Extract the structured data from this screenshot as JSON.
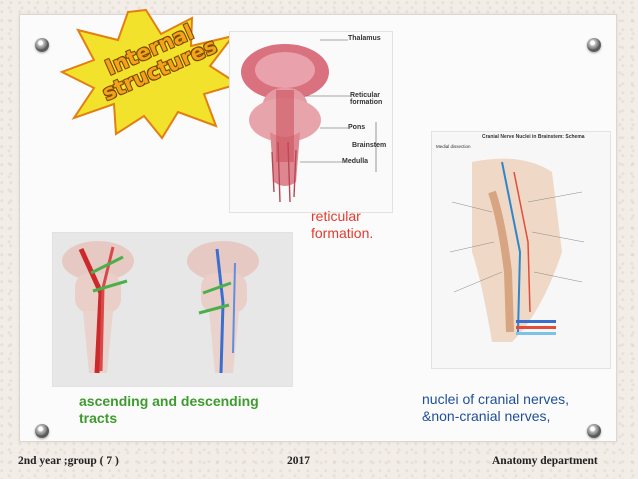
{
  "burst": {
    "line1": "Internal",
    "line2": "structures"
  },
  "figure1": {
    "labels": {
      "thalamus": "Thalamus",
      "reticular": "Reticular formation",
      "pons": "Pons",
      "medulla": "Medulla",
      "brainstem": "Brainstem"
    }
  },
  "figure3": {
    "title": "Cranial Nerve Nuclei in Brainstem: Schema",
    "subtitle": "Medial dissection"
  },
  "captions": {
    "reticular_line1": "reticular",
    "reticular_line2": "formation.",
    "ascending_line1": "ascending and descending",
    "ascending_line2": "tracts",
    "nuclei_line1": "nuclei of cranial nerves,",
    "nuclei_line2": "&non-cranial nerves,"
  },
  "footer": {
    "left": "2nd year ;group ( 7 )",
    "middle": "2017",
    "right": "Anatomy department"
  },
  "colors": {
    "burst_fill": "#f3e22c",
    "burst_stroke": "#e27f12",
    "burst_text": "#f5a21b",
    "red_caption": "#e23b2e",
    "green_caption": "#3e9b2e",
    "blue_caption": "#1f4f99"
  }
}
